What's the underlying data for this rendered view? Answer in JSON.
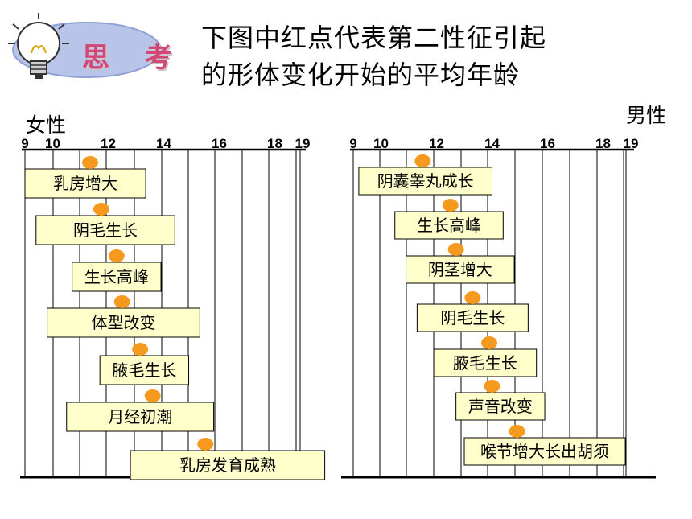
{
  "header": {
    "think_label": "思 考",
    "title_line1": "下图中红点代表第二性征引起",
    "title_line2": "的形体变化开始的平均年龄"
  },
  "colors": {
    "dot": "#f59a1e",
    "box_fill": "#ffffcc",
    "logo_fill": "#b8c4e8",
    "think_text": "#d4467a"
  },
  "female": {
    "label": "女性",
    "ticks": [
      "9",
      "10",
      "12",
      "14",
      "16",
      "18",
      "19"
    ],
    "events": [
      {
        "label": "乳房增大",
        "dot_age": 11.35,
        "box_start": 9,
        "box_end": 13.35
      },
      {
        "label": "阴毛生长",
        "dot_age": 11.75,
        "box_start": 9.4,
        "box_end": 14.4
      },
      {
        "label": "生长高峰",
        "dot_age": 12.3,
        "box_start": 10.7,
        "box_end": 13.9
      },
      {
        "label": "体型改变",
        "dot_age": 12.5,
        "box_start": 9.8,
        "box_end": 15.3
      },
      {
        "label": "腋毛生长",
        "dot_age": 13.15,
        "box_start": 11.7,
        "box_end": 14.9
      },
      {
        "label": "月经初潮",
        "dot_age": 13.6,
        "box_start": 10.5,
        "box_end": 15.8
      },
      {
        "label": "乳房发育成熟",
        "dot_age": 15.5,
        "box_start": 12.8,
        "box_end": 19.8
      }
    ]
  },
  "male": {
    "label": "男性",
    "ticks": [
      "9",
      "10",
      "12",
      "14",
      "16",
      "18",
      "19"
    ],
    "events": [
      {
        "label": "阴囊睾丸成长",
        "dot_age": 11.5,
        "box_start": 9.2,
        "box_end": 14.0
      },
      {
        "label": "生长高峰",
        "dot_age": 12.5,
        "box_start": 10.5,
        "box_end": 14.4
      },
      {
        "label": "阴茎增大",
        "dot_age": 12.7,
        "box_start": 10.9,
        "box_end": 14.8
      },
      {
        "label": "阴毛生长",
        "dot_age": 13.3,
        "box_start": 11.3,
        "box_end": 15.3
      },
      {
        "label": "腋毛生长",
        "dot_age": 13.9,
        "box_start": 11.9,
        "box_end": 15.6
      },
      {
        "label": "声音改变",
        "dot_age": 14.0,
        "box_start": 12.7,
        "box_end": 15.9
      },
      {
        "label": "喉节增大长出胡须",
        "dot_age": 14.9,
        "box_start": 13.0,
        "box_end": 18.8
      }
    ]
  }
}
